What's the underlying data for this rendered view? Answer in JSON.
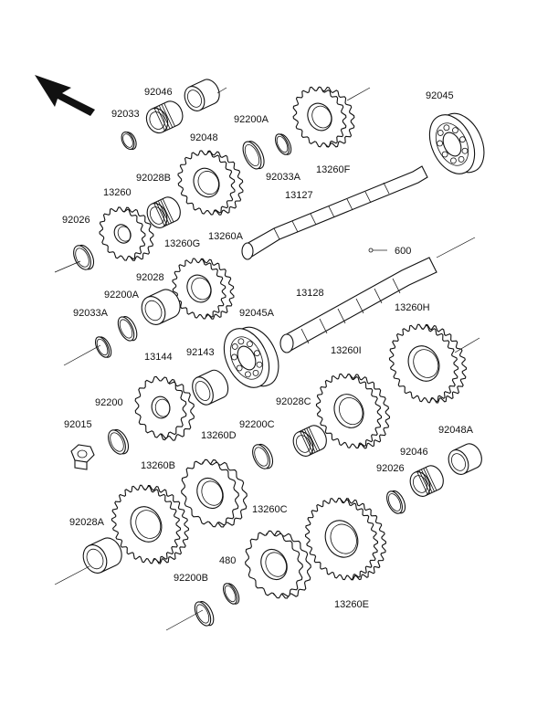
{
  "diagram": {
    "orientation": "front-arrow",
    "labels": [
      {
        "id": "l92046a",
        "text": "92046"
      },
      {
        "id": "l92033",
        "text": "92033"
      },
      {
        "id": "l92048",
        "text": "92048"
      },
      {
        "id": "l92200A_top",
        "text": "92200A"
      },
      {
        "id": "l92045",
        "text": "92045"
      },
      {
        "id": "l92033A_top",
        "text": "92033A"
      },
      {
        "id": "l13260F",
        "text": "13260F"
      },
      {
        "id": "l92028B",
        "text": "92028B"
      },
      {
        "id": "l13127",
        "text": "13127"
      },
      {
        "id": "l13260",
        "text": "13260"
      },
      {
        "id": "l92026a",
        "text": "92026"
      },
      {
        "id": "l13260A",
        "text": "13260A"
      },
      {
        "id": "l13260G",
        "text": "13260G"
      },
      {
        "id": "l600",
        "text": "600"
      },
      {
        "id": "l92028",
        "text": "92028"
      },
      {
        "id": "l13128",
        "text": "13128"
      },
      {
        "id": "l92200A_mid",
        "text": "92200A"
      },
      {
        "id": "l92033A_mid",
        "text": "92033A"
      },
      {
        "id": "l92045A",
        "text": "92045A"
      },
      {
        "id": "l13260H",
        "text": "13260H"
      },
      {
        "id": "l13144",
        "text": "13144"
      },
      {
        "id": "l92143",
        "text": "92143"
      },
      {
        "id": "l13260I",
        "text": "13260I"
      },
      {
        "id": "l92200",
        "text": "92200"
      },
      {
        "id": "l92028C",
        "text": "92028C"
      },
      {
        "id": "l92015",
        "text": "92015"
      },
      {
        "id": "l13260D",
        "text": "13260D"
      },
      {
        "id": "l92200C",
        "text": "92200C"
      },
      {
        "id": "l92048A",
        "text": "92048A"
      },
      {
        "id": "l92046b",
        "text": "92046"
      },
      {
        "id": "l13260B",
        "text": "13260B"
      },
      {
        "id": "l92026b",
        "text": "92026"
      },
      {
        "id": "l92028A",
        "text": "92028A"
      },
      {
        "id": "l13260C",
        "text": "13260C"
      },
      {
        "id": "l480",
        "text": "480"
      },
      {
        "id": "l92200B",
        "text": "92200B"
      },
      {
        "id": "l13260E",
        "text": "13260E"
      }
    ]
  }
}
